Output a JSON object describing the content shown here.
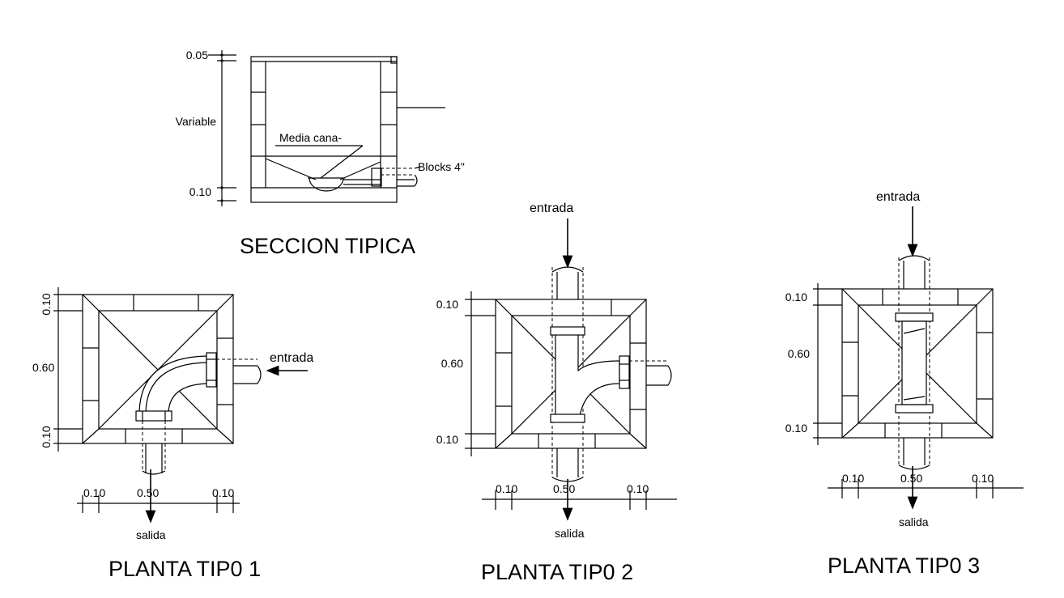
{
  "section": {
    "title": "SECCION TIPICA",
    "dim_top": "0.05",
    "dim_mid": "Variable",
    "dim_bottom": "0.10",
    "label_channel": "Media cana-",
    "label_blocks": "Blocks 4\""
  },
  "plan1": {
    "title": "PLANTA TIP0 1",
    "inlet": "entrada",
    "outlet": "salida",
    "dim_top": "0.10",
    "dim_mid": "0.60",
    "dim_bottom": "0.10",
    "dim_left": "0.10",
    "dim_center": "0.50",
    "dim_right": "0.10"
  },
  "plan2": {
    "title": "PLANTA TIP0 2",
    "inlet": "entrada",
    "outlet": "salida",
    "dim_top": "0.10",
    "dim_mid": "0.60",
    "dim_bottom": "0.10",
    "dim_left": "0.10",
    "dim_center": "0.50",
    "dim_right": "0.10"
  },
  "plan3": {
    "title": "PLANTA TIP0 3",
    "inlet": "entrada",
    "outlet": "salida",
    "dim_top": "0.10",
    "dim_mid": "0.60",
    "dim_bottom": "0.10",
    "dim_left": "0.10",
    "dim_center": "0.50",
    "dim_right": "0.10"
  }
}
